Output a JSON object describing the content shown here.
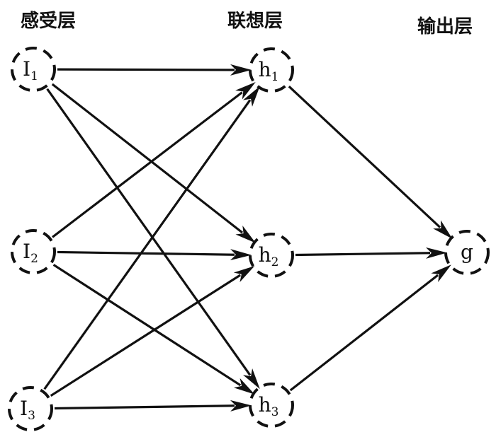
{
  "layers": [
    {
      "label": "感受层"
    },
    {
      "label": "联想层"
    },
    {
      "label": "输出层"
    }
  ],
  "nodes": [
    {
      "id": "I1",
      "base": "I",
      "sub": "1",
      "layer": 0
    },
    {
      "id": "I2",
      "base": "I",
      "sub": "2",
      "layer": 0
    },
    {
      "id": "I3",
      "base": "I",
      "sub": "3",
      "layer": 0
    },
    {
      "id": "h1",
      "base": "h",
      "sub": "1",
      "layer": 1
    },
    {
      "id": "h2",
      "base": "h",
      "sub": "2",
      "layer": 1
    },
    {
      "id": "h3",
      "base": "h",
      "sub": "3",
      "layer": 1
    },
    {
      "id": "g",
      "base": "g",
      "sub": "",
      "layer": 2
    }
  ],
  "edges": [
    {
      "from": "I1",
      "to": "h1"
    },
    {
      "from": "I1",
      "to": "h2"
    },
    {
      "from": "I1",
      "to": "h3"
    },
    {
      "from": "I2",
      "to": "h1"
    },
    {
      "from": "I2",
      "to": "h2"
    },
    {
      "from": "I2",
      "to": "h3"
    },
    {
      "from": "I3",
      "to": "h1"
    },
    {
      "from": "I3",
      "to": "h2"
    },
    {
      "from": "I3",
      "to": "h3"
    },
    {
      "from": "h1",
      "to": "g"
    },
    {
      "from": "h2",
      "to": "g"
    },
    {
      "from": "h3",
      "to": "g"
    }
  ]
}
